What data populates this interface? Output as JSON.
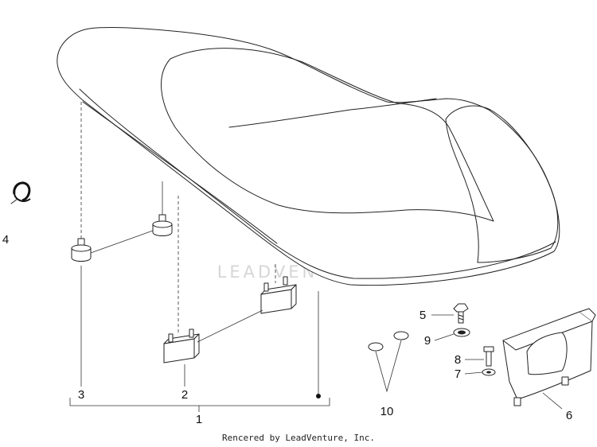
{
  "callouts": {
    "c1": "1",
    "c2": "2",
    "c3": "3",
    "c4": "4",
    "c5": "5",
    "c6": "6",
    "c7": "7",
    "c8": "8",
    "c9": "9",
    "c10": "10"
  },
  "watermark": {
    "text": "LEADVENTURE",
    "logo_icon": "leadventure-flame-logo-icon"
  },
  "footer": {
    "credit": "Rencered by LeadVenture, Inc."
  },
  "colors": {
    "line": "#222222",
    "watermark": "#d6d6d6",
    "background": "#ffffff"
  }
}
